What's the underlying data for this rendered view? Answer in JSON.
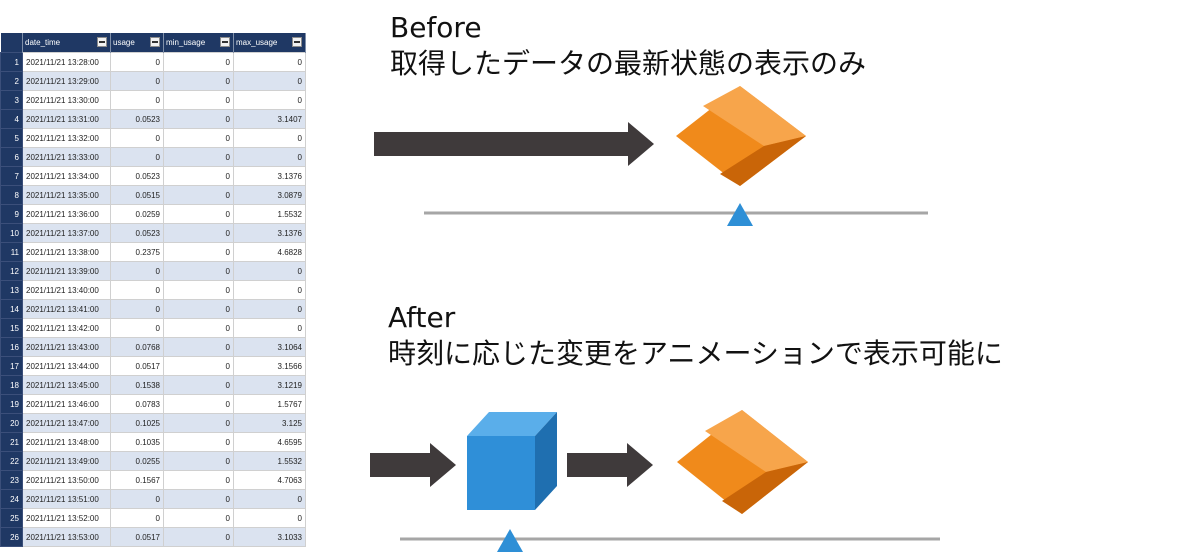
{
  "table": {
    "columns": [
      "date_time",
      "usage",
      "min_usage",
      "max_usage"
    ],
    "rows": [
      [
        "1",
        "2021/11/21 13:28:00",
        "0",
        "0",
        "0"
      ],
      [
        "2",
        "2021/11/21 13:29:00",
        "0",
        "0",
        "0"
      ],
      [
        "3",
        "2021/11/21 13:30:00",
        "0",
        "0",
        "0"
      ],
      [
        "4",
        "2021/11/21 13:31:00",
        "0.0523",
        "0",
        "3.1407"
      ],
      [
        "5",
        "2021/11/21 13:32:00",
        "0",
        "0",
        "0"
      ],
      [
        "6",
        "2021/11/21 13:33:00",
        "0",
        "0",
        "0"
      ],
      [
        "7",
        "2021/11/21 13:34:00",
        "0.0523",
        "0",
        "3.1376"
      ],
      [
        "8",
        "2021/11/21 13:35:00",
        "0.0515",
        "0",
        "3.0879"
      ],
      [
        "9",
        "2021/11/21 13:36:00",
        "0.0259",
        "0",
        "1.5532"
      ],
      [
        "10",
        "2021/11/21 13:37:00",
        "0.0523",
        "0",
        "3.1376"
      ],
      [
        "11",
        "2021/11/21 13:38:00",
        "0.2375",
        "0",
        "4.6828"
      ],
      [
        "12",
        "2021/11/21 13:39:00",
        "0",
        "0",
        "0"
      ],
      [
        "13",
        "2021/11/21 13:40:00",
        "0",
        "0",
        "0"
      ],
      [
        "14",
        "2021/11/21 13:41:00",
        "0",
        "0",
        "0"
      ],
      [
        "15",
        "2021/11/21 13:42:00",
        "0",
        "0",
        "0"
      ],
      [
        "16",
        "2021/11/21 13:43:00",
        "0.0768",
        "0",
        "3.1064"
      ],
      [
        "17",
        "2021/11/21 13:44:00",
        "0.0517",
        "0",
        "3.1566"
      ],
      [
        "18",
        "2021/11/21 13:45:00",
        "0.1538",
        "0",
        "3.1219"
      ],
      [
        "19",
        "2021/11/21 13:46:00",
        "0.0783",
        "0",
        "1.5767"
      ],
      [
        "20",
        "2021/11/21 13:47:00",
        "0.1025",
        "0",
        "3.125"
      ],
      [
        "21",
        "2021/11/21 13:48:00",
        "0.1035",
        "0",
        "4.6595"
      ],
      [
        "22",
        "2021/11/21 13:49:00",
        "0.0255",
        "0",
        "1.5532"
      ],
      [
        "23",
        "2021/11/21 13:50:00",
        "0.1567",
        "0",
        "4.7063"
      ],
      [
        "24",
        "2021/11/21 13:51:00",
        "0",
        "0",
        "0"
      ],
      [
        "25",
        "2021/11/21 13:52:00",
        "0",
        "0",
        "0"
      ],
      [
        "26",
        "2021/11/21 13:53:00",
        "0.0517",
        "0",
        "3.1033"
      ]
    ]
  },
  "before": {
    "title": "Before",
    "description": "取得したデータの最新状態の表示のみ"
  },
  "after": {
    "title": "After",
    "description": "時刻に応じた変更をアニメーションで表示可能に"
  },
  "colors": {
    "header_bg": "#1f3864",
    "row_alt": "#dbe3f0",
    "arrow": "#3f3a3b",
    "diamond_top": "#f7a54b",
    "diamond_front": "#f08a1b",
    "diamond_side": "#c96508",
    "cube_front": "#2f8fd8",
    "cube_top": "#5aaeea",
    "cube_side": "#1f6fb0",
    "marker": "#2e8fd6",
    "timeline": "#a6a6a6"
  },
  "icons": {
    "diamond": "orange-diamond-icon",
    "cube": "blue-cube-icon",
    "arrow": "right-arrow-icon",
    "marker": "triangle-marker-icon",
    "filter": "filter-dropdown-icon"
  }
}
